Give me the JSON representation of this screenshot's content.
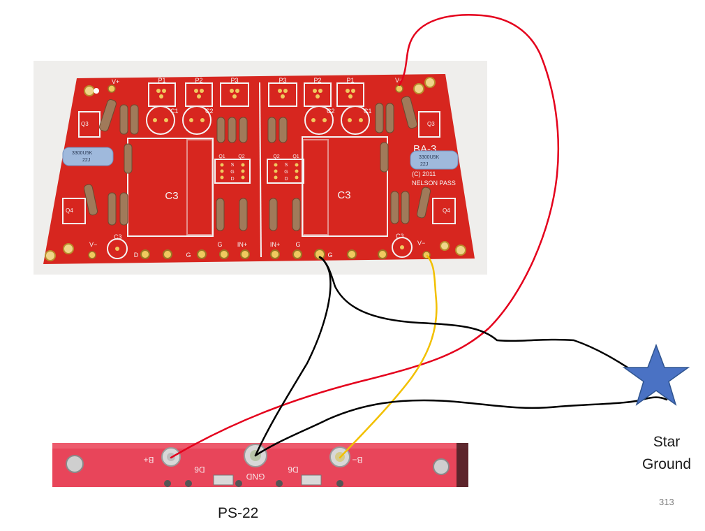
{
  "amp_board": {
    "pot_labels": [
      "P1",
      "P2",
      "P3",
      "P3",
      "P2",
      "P1"
    ],
    "cap_labels": [
      "C3",
      "C3"
    ],
    "small_cap_labels": [
      "C1",
      "C2",
      "C2",
      "C1"
    ],
    "rail_labels": [
      "V+",
      "V+",
      "V−",
      "V−"
    ],
    "bottom_pad_labels": [
      "D",
      "G",
      "G",
      "IN+",
      "IN+",
      "G",
      "G"
    ],
    "model_marking": "BA-3",
    "copyright_marking": "(C) 2011",
    "designer_marking": "NELSON PASS",
    "resistor_marking": "3300U5K",
    "resistor_value": "22J",
    "q_labels": [
      "Q1",
      "Q2",
      "Q2",
      "Q1"
    ],
    "sgd_labels": [
      "S",
      "G",
      "D"
    ],
    "transistor_labels": [
      "Q3",
      "Q3",
      "Q4",
      "Q4"
    ]
  },
  "ps_board": {
    "pad_labels": [
      "B+",
      "GND",
      "B−"
    ],
    "diode_labels": [
      "D6",
      "D6"
    ]
  },
  "labels": {
    "star_line1": "Star",
    "star_line2": "Ground",
    "ps_name": "PS-22",
    "page_number": "313"
  },
  "colors": {
    "pcb_red": "#d7261f",
    "ps_pink": "#e8455a",
    "wire_red": "#e4001c",
    "wire_black": "#000000",
    "wire_yellow": "#f2c000",
    "star_blue": "#4a72c4"
  },
  "icons": {
    "star": "star-icon"
  }
}
